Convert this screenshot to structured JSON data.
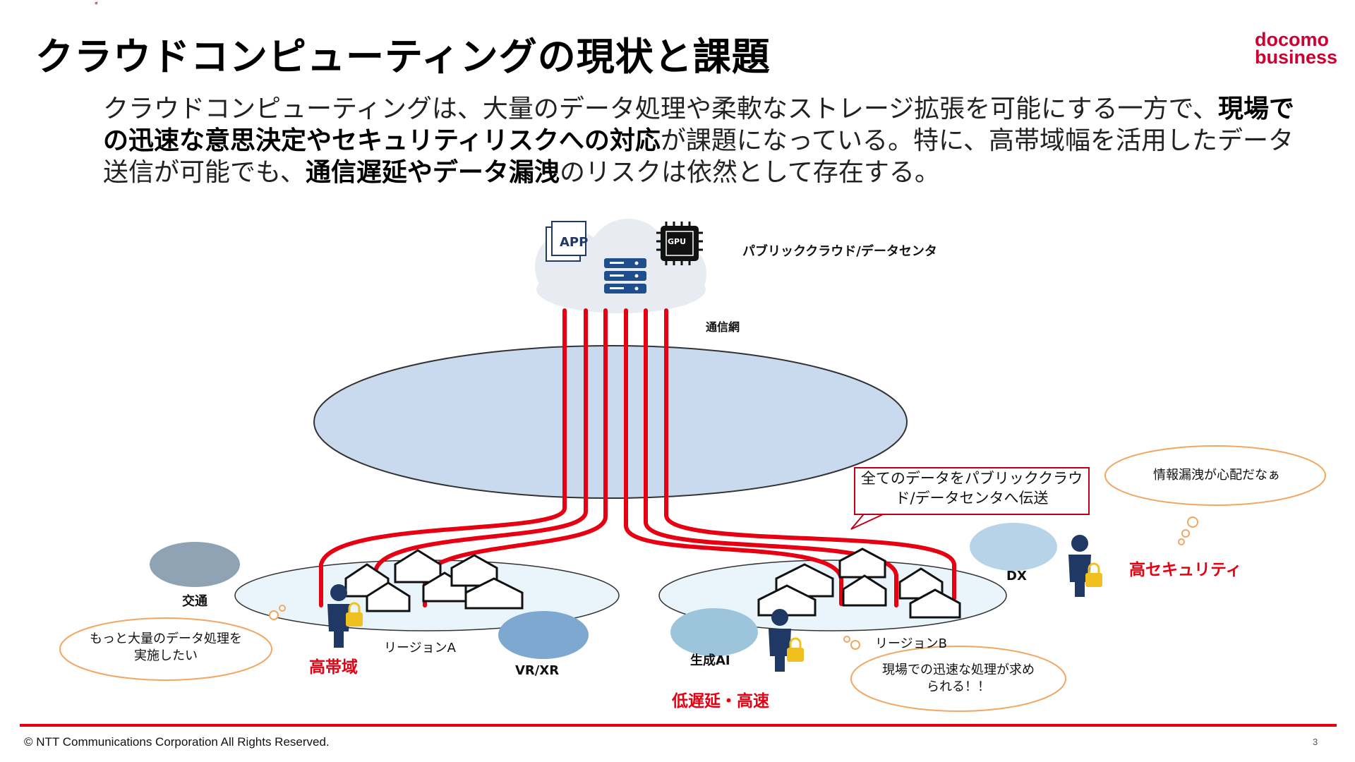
{
  "title": "クラウドコンピューティングの現状と課題",
  "logo": {
    "line1": "docomo",
    "line2": "business",
    "color": "#cc0033"
  },
  "intro": {
    "p1": "クラウドコンピューティングは、大量のデータ処理や柔軟なストレージ拡張を可能にする一方で、",
    "b1": "現場での迅速な意思決定やセキュリティリスクへの対応",
    "p2": "が課題になっている。特に、高帯域幅を活用したデータ送信が可能でも、",
    "b2": "通信遅延やデータ漏洩",
    "p3": "のリスクは依然として存在する。"
  },
  "diagram": {
    "app_icon": "APP",
    "gpu_icon": "GPU",
    "cloud_label": "パブリッククラウド/データセンタ",
    "network_label": "通信網",
    "region_a": "リージョンA",
    "region_b": "リージョンB",
    "traffic": "交通",
    "vrxr": "VR/XR",
    "genai": "生成AI",
    "dx": "DX",
    "high_bandwidth": "高帯域",
    "low_latency": "低遅延・高速",
    "high_security": "高セキュリティ",
    "callout": "全てのデータをパブリッククラウド/データセンタへ伝送",
    "thought_a": "もっと大量のデータ処理を実施したい",
    "thought_b": "現場での迅速な処理が求められる！！",
    "thought_security": "情報漏洩が心配だなぁ",
    "accent_red": "#e60012",
    "network_fill": "#c9d9ee"
  },
  "footer": {
    "copyright": "© NTT Communications Corporation All Rights Reserved.",
    "page": "3"
  }
}
